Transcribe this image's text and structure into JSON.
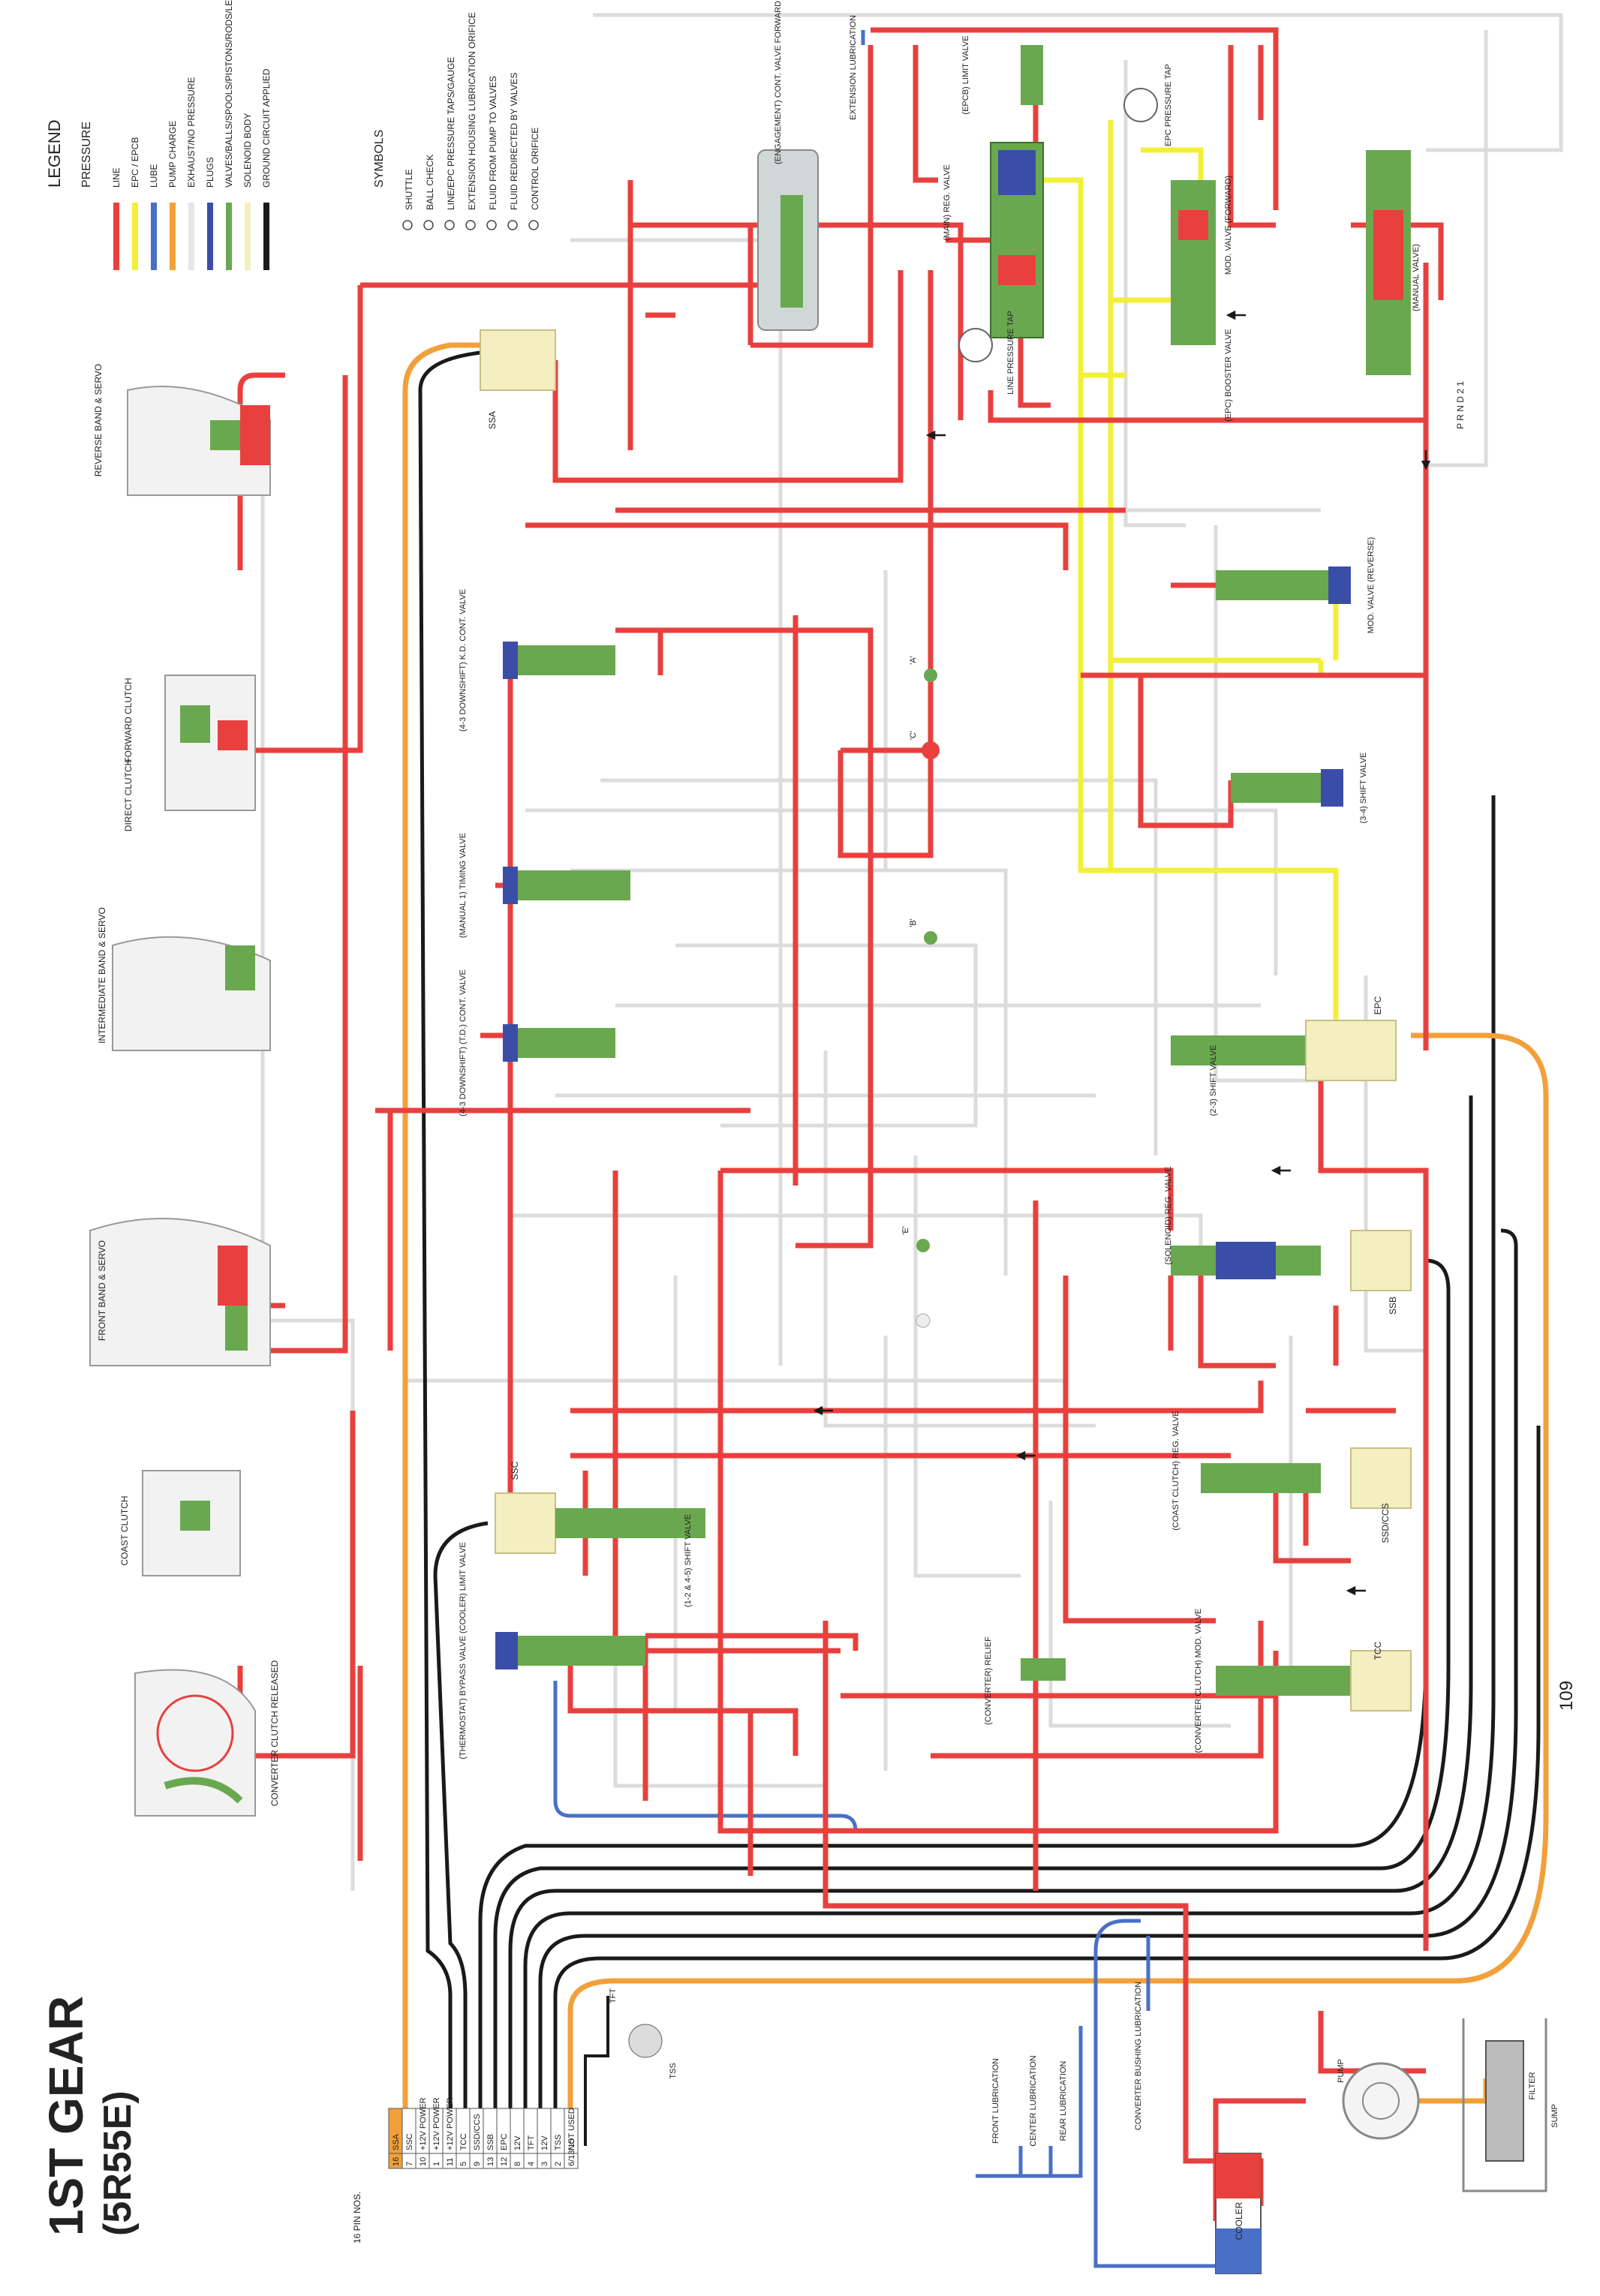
{
  "title": "1ST GEAR",
  "subtitle": "(5R55E)",
  "page_number": "109",
  "colors": {
    "line": "#e8403e",
    "epc": "#f2ef3b",
    "lube": "#4a6fc7",
    "pump_charge": "#f2a03a",
    "exhaust": "#d6d6d6",
    "valve": "#6aa84f",
    "plug": "#3a4ea8",
    "solenoid": "#f4efc0",
    "ground": "#1a1a1a"
  },
  "legend": {
    "heading": "LEGEND",
    "pressure_heading": "PRESSURE",
    "items": [
      {
        "label": "LINE",
        "color": "#e8403e"
      },
      {
        "label": "EPC / EPCB",
        "color": "#f2ef3b"
      },
      {
        "label": "LUBE",
        "color": "#4a6fc7"
      },
      {
        "label": "PUMP CHARGE",
        "color": "#f2a03a"
      },
      {
        "label": "EXHAUST/NO PRESSURE",
        "color": "#e6e6e6"
      },
      {
        "label": "PLUGS",
        "color": "#3a4ea8"
      },
      {
        "label": "VALVES/BALLS/SPOOLS/PISTONS/RODS/LEVERS/STRUTS/DIAPHRAGM",
        "color": "#6aa84f"
      },
      {
        "label": "SOLENOID BODY",
        "color": "#f4efc0"
      },
      {
        "label": "GROUND CIRCUIT APPLIED",
        "color": "#1a1a1a"
      }
    ],
    "symbols_heading": "SYMBOLS",
    "symbols": [
      {
        "icon": "shuttle-icon",
        "label": "SHUTTLE"
      },
      {
        "icon": "ball-check-icon",
        "label": "BALL CHECK"
      },
      {
        "icon": "gauge-icon",
        "label": "LINE/EPC PRESSURE TAPS/GAUGE"
      },
      {
        "icon": "orifice-icon",
        "label": "EXTENSION HOUSING LUBRICATION ORIFICE"
      },
      {
        "icon": "solid-arrow-icon",
        "label": "FLUID FROM PUMP TO VALVES"
      },
      {
        "icon": "hollow-arrow-icon",
        "label": "FLUID REDIRECTED BY VALVES"
      },
      {
        "icon": "control-orifice-icon",
        "label": "CONTROL ORIFICE"
      }
    ]
  },
  "components": {
    "reverse_band": "REVERSE BAND & SERVO",
    "forward_clutch": "FORWARD CLUTCH",
    "direct_clutch": "DIRECT CLUTCH",
    "intermediate_band": "INTERMEDIATE BAND & SERVO",
    "front_band": "FRONT BAND & SERVO",
    "coast_clutch": "COAST CLUTCH",
    "converter": "CONVERTER CLUTCH RELEASED"
  },
  "valves": {
    "ssa": "SSA",
    "downshift_43_kd": "(4-3 DOWNSHIFT) K.D. CONT. VALVE",
    "manual1_timing": "(MANUAL 1) TIMING VALVE",
    "downshift_43_td": "(4-3 DOWNSHIFT) (T.D.) CONT. VALVE",
    "ssc": "SSC",
    "shift_12_45": "(1-2 & 4-5) SHIFT VALVE",
    "bypass": "(THERMOSTAT) BYPASS VALVE (COOLER) LIMIT VALVE",
    "engagement": "(ENGAGEMENT) CONT. VALVE FORWARD",
    "extension_lub": "EXTENSION LUBRICATION",
    "epcb_limit": "(EPCB) LIMIT VALVE",
    "main_reg": "(MAIN) REG. VALVE",
    "line_pressure_tap": "LINE PRESSURE TAP",
    "epc_pressure_tap": "EPC PRESSURE TAP",
    "mod_forward": "MOD. VALVE (FORWARD)",
    "epc_booster": "(EPC) BOOSTER VALVE",
    "manual_valve": "(MANUAL VALVE)",
    "prnd": "P R N D 2 1",
    "mod_reverse": "MOD. VALVE (REVERSE)",
    "shift_34": "(3-4) SHIFT VALVE",
    "shift_23": "(2-3) SHIFT VALVE",
    "epc": "EPC",
    "solenoid_reg": "(SOLENOID) REG. VALVE",
    "ssb": "SSB",
    "coast_reg": "(COAST CLUTCH) REG. VALVE",
    "ssd_ccs": "SSD/CCS",
    "converter_relief": "(CONVERTER) RELIEF",
    "converter_mod": "(CONVERTER CLUTCH) MOD. VALVE",
    "tcc": "TCC",
    "ball_a": "'A'",
    "ball_b": "'B'",
    "ball_c": "'C'",
    "ball_e": "'E'"
  },
  "lubrication": {
    "front": "FRONT LUBRICATION",
    "center": "CENTER LUBRICATION",
    "rear": "REAR LUBRICATION",
    "bushing": "CONVERTER BUSHING LUBRICATION",
    "cooler": "COOLER"
  },
  "pump": {
    "pump": "PUMP",
    "filter": "FILTER",
    "sump": "SUMP"
  },
  "connector": {
    "label": "16 PIN NOS.",
    "tft": "TFT",
    "tss": "TSS",
    "pins": [
      {
        "num": "16",
        "name": "SSA"
      },
      {
        "num": "7",
        "name": "SSC"
      },
      {
        "num": "10",
        "name": "+12V POWER"
      },
      {
        "num": "1",
        "name": "+12V POWER"
      },
      {
        "num": "11",
        "name": "+12V POWER"
      },
      {
        "num": "5",
        "name": "TCC"
      },
      {
        "num": "9",
        "name": "SSD/CCS"
      },
      {
        "num": "13",
        "name": "SSB"
      },
      {
        "num": "12",
        "name": "EPC"
      },
      {
        "num": "8",
        "name": "12V"
      },
      {
        "num": "4",
        "name": "TFT"
      },
      {
        "num": "3",
        "name": "12V"
      },
      {
        "num": "2",
        "name": "TSS"
      },
      {
        "num": "6/13/15",
        "name": "NOT USED"
      }
    ]
  }
}
